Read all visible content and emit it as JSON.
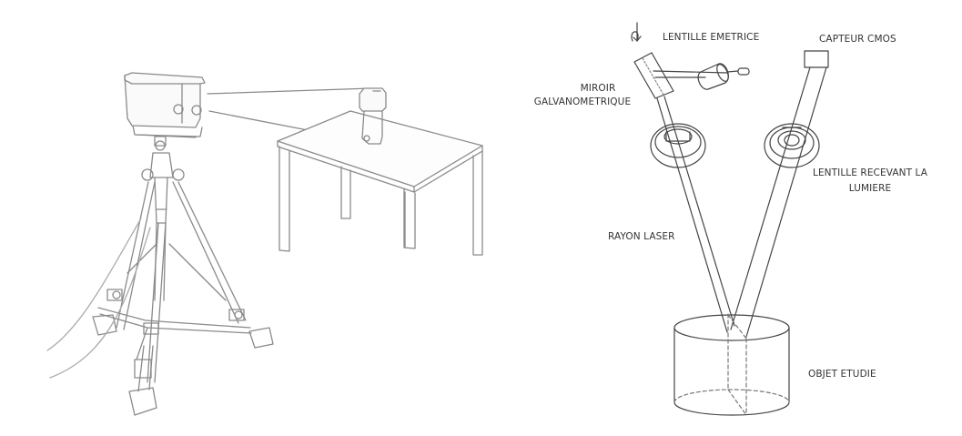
{
  "diagram": {
    "left_panel": {
      "subject": "tripod-mounted 3D laser scanner scanning object on table",
      "elements": [
        "scanner-head",
        "tripod",
        "cable",
        "table",
        "scanned-object",
        "scan-beams"
      ]
    },
    "right_panel": {
      "labels": {
        "emitting_lens": "LENTILLE EMETRICE",
        "cmos_sensor": "CAPTEUR CMOS",
        "galvo_mirror_line1": "MIROIR",
        "galvo_mirror_line2": "GALVANOMETRIQUE",
        "receiving_lens_line1": "LENTILLE RECEVANT LA",
        "receiving_lens_line2": "LUMIERE",
        "laser_beam": "RAYON LASER",
        "object": "OBJET ETUDIE"
      }
    },
    "colors": {
      "line": "#444444",
      "light_line": "#9a9a9a",
      "text": "#333333",
      "background": "#ffffff"
    }
  }
}
